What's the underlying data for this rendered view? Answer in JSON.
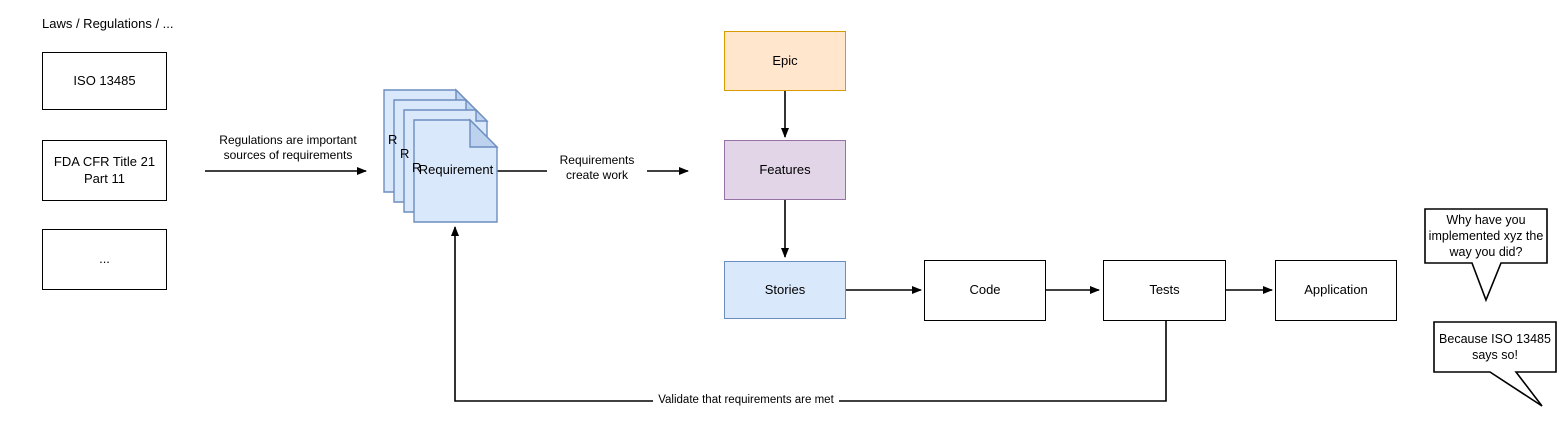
{
  "diagram": {
    "title_label": "Laws / Regulations / ...",
    "sources": [
      {
        "label": "ISO 13485"
      },
      {
        "label": "FDA CFR Title 21\nPart 11"
      },
      {
        "label": "..."
      }
    ],
    "requirement_stack": {
      "front_label": "Requirement",
      "back_labels": [
        "R",
        "R",
        "R"
      ],
      "count": 4
    },
    "work_items": [
      {
        "id": "epic",
        "label": "Epic",
        "fill": "#ffe6cc",
        "stroke": "#d79b00"
      },
      {
        "id": "features",
        "label": "Features",
        "fill": "#e1d5e7",
        "stroke": "#9673a6"
      },
      {
        "id": "stories",
        "label": "Stories",
        "fill": "#dae8fc",
        "stroke": "#6c8ebf"
      }
    ],
    "pipeline": [
      {
        "id": "code",
        "label": "Code"
      },
      {
        "id": "tests",
        "label": "Tests"
      },
      {
        "id": "application",
        "label": "Application"
      }
    ],
    "edge_labels": {
      "regulations": "Regulations are important\nsources of requirements",
      "create_work": "Requirements\ncreate work",
      "validate": "Validate that requirements are met"
    },
    "bubbles": [
      {
        "id": "question",
        "text": "Why have you\nimplemented xyz the\nway you did?"
      },
      {
        "id": "answer",
        "text": "Because ISO 13485\nsays so!"
      }
    ],
    "colors": {
      "stroke": "#000000",
      "document_fill": "#dae8fc",
      "document_stroke": "#6c8ebf",
      "document_fold": "#bdd2ef",
      "background": "#ffffff"
    }
  }
}
